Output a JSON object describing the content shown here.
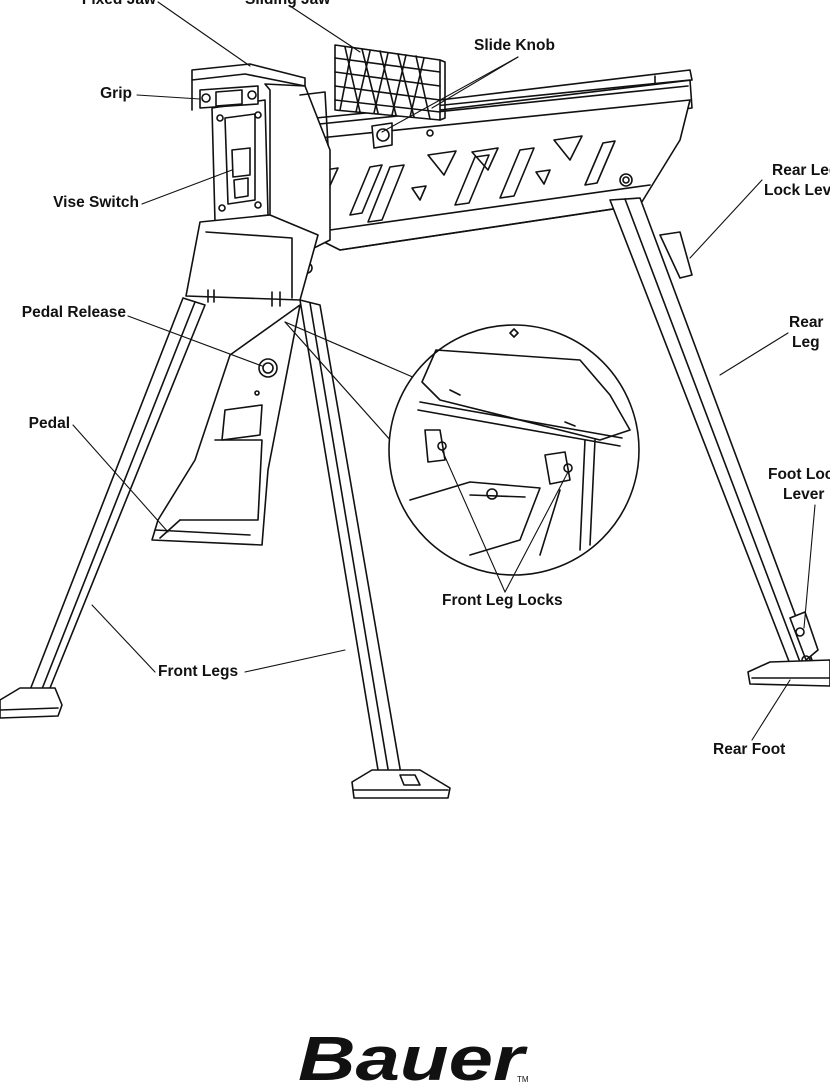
{
  "labels": {
    "fixed_jaw": "Fixed Jaw",
    "sliding_jaw": "Sliding Jaw",
    "slide_knob": "Slide Knob",
    "grip": "Grip",
    "vise_switch": "Vise Switch",
    "rear_leg_lock_lever_line1": "Rear Leg",
    "rear_leg_lock_lever_line2": "Lock Lever",
    "pedal_release": "Pedal Release",
    "rear_leg_line1": "Rear",
    "rear_leg_line2": "Leg",
    "pedal": "Pedal",
    "foot_lock_lever_line1": "Foot Lock",
    "foot_lock_lever_line2": "Lever",
    "front_leg_locks": "Front Leg Locks",
    "front_legs": "Front Legs",
    "rear_foot": "Rear Foot"
  },
  "brand": {
    "logo_text": "Bauer",
    "trademark": "TM"
  },
  "colors": {
    "line": "#111111",
    "background": "#ffffff"
  }
}
